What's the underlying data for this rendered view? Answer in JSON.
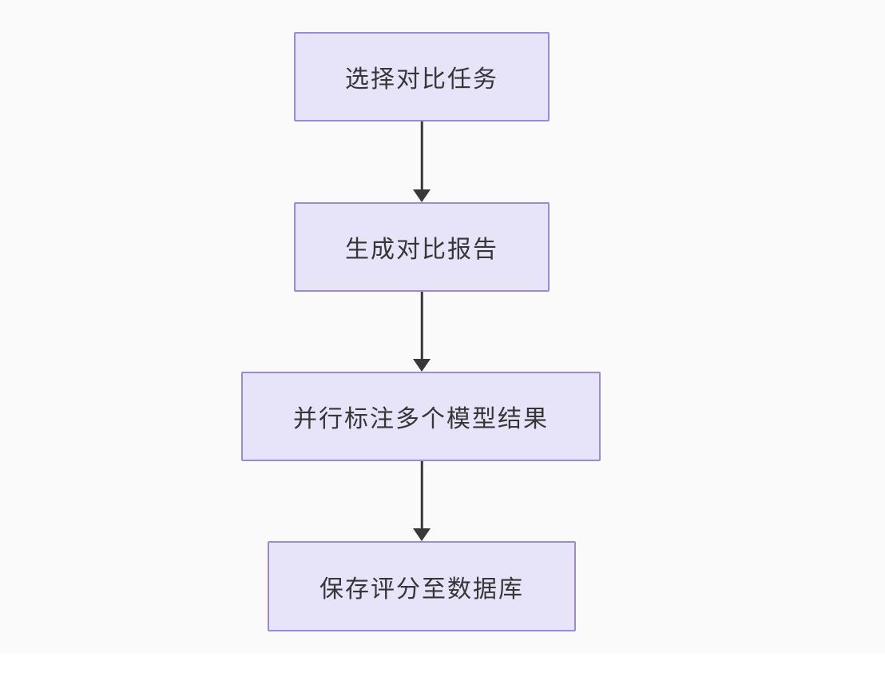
{
  "flowchart": {
    "type": "flowchart-vertical",
    "nodes": [
      {
        "id": "node-1",
        "label": "选择对比任务"
      },
      {
        "id": "node-2",
        "label": "生成对比报告"
      },
      {
        "id": "node-3",
        "label": "并行标注多个模型结果"
      },
      {
        "id": "node-4",
        "label": "保存评分至数据库"
      }
    ],
    "edges": [
      {
        "from": "node-1",
        "to": "node-2",
        "style": "solid-arrow-down"
      },
      {
        "from": "node-2",
        "to": "node-3",
        "style": "solid-arrow-down"
      },
      {
        "from": "node-3",
        "to": "node-4",
        "style": "solid-arrow-down"
      }
    ],
    "colors": {
      "node_fill": "#e7e3f8",
      "node_border": "#9b8bd6",
      "node_text": "#363636",
      "arrow": "#383838",
      "canvas_bg": "#fafafa",
      "page_bg": "#ffffff"
    }
  }
}
